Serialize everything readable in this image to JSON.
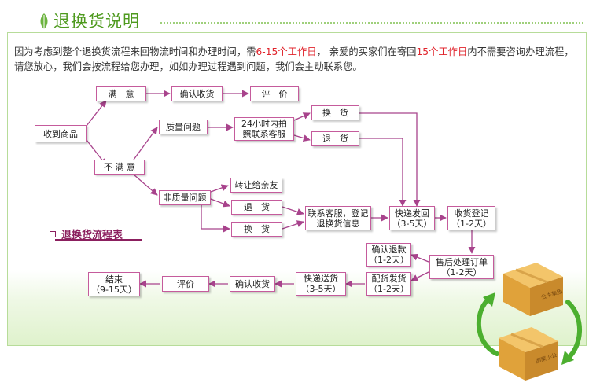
{
  "header": {
    "title": "退换货说明"
  },
  "intro": {
    "p1": "因为考虑到整个退换货流程来回物流时间和办理时间，需",
    "p2": "6-15个工作日",
    "p3": "， 亲爱的买家们在寄回",
    "p4": "15个工作日",
    "p5": "内不需要咨询办理流程，请您放心，我们会按流程给您办理，如如办理过程遇到问题，我们会主动联系您。"
  },
  "flow": {
    "title": "退换货流程表",
    "nodes": {
      "receive": "收到商品",
      "satisfied": "满　意",
      "confirm_receipt_top": "确认收货",
      "review_top": "评　价",
      "unsatisfied": "不 满 意",
      "quality_issue": "质量问题",
      "contact_24h": "24小时内拍\n照联系客服",
      "exchange_top": "换　货",
      "return_top": "退　货",
      "non_quality_issue": "非质量问题",
      "transfer_friend": "转让给亲友",
      "return_mid": "退　货",
      "exchange_mid": "换　货",
      "register_info": "联系客服，登记\n退换货信息",
      "express_send": "快递发回\n（3-5天）",
      "receipt_register": "收货登记\n（1-2天）",
      "after_sale": "售后处理订单\n（1-2天）",
      "confirm_refund": "确认退款\n（1-2天）",
      "ship_goods": "配货发货\n（1-2天）",
      "express_deliver": "快递送货\n（3-5天）",
      "confirm_receipt_bottom": "确认收货",
      "review_bottom": "评价",
      "end": "结束\n（9-15天）"
    }
  },
  "boxes_art": {
    "top_label": "公牛集团",
    "bottom_label": "图案小公"
  },
  "colors": {
    "title_green": "#4e9a1e",
    "highlight_red": "#e0242c",
    "node_border": "#c55b9c",
    "link": "#a8438c",
    "flow_title": "#8b1f5e"
  }
}
